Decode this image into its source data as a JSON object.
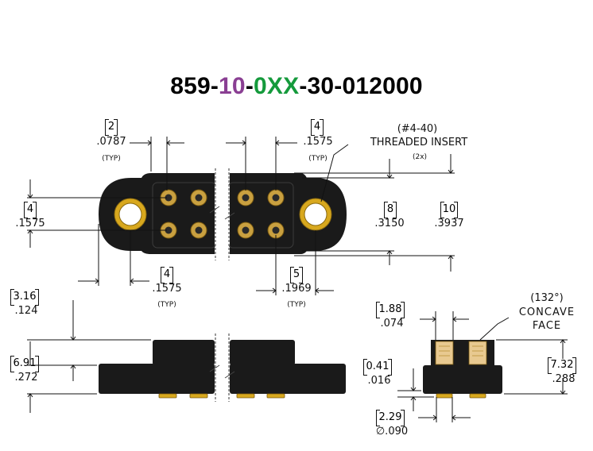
{
  "title": {
    "prefix": "859-",
    "mid": "10",
    "dash1": "-",
    "code": "0XX",
    "suffix": "-30-012000"
  },
  "colors": {
    "title_purple": "#8a3f93",
    "title_green": "#159a3c",
    "body": "#1a1a1a",
    "gold": "#d8a81e",
    "insulator": "#e8c990"
  },
  "dims": {
    "d1": {
      "mm": "2",
      "in": ".0787",
      "note": "(TYP)"
    },
    "d2": {
      "mm": "4",
      "in": ".1575",
      "note": "(TYP)"
    },
    "d3": {
      "line1": "(#4-40)",
      "line2": "THREADED INSERT",
      "note": "(2x)"
    },
    "d4": {
      "mm": "4",
      "in": ".1575"
    },
    "d5": {
      "mm": "8",
      "in": ".3150"
    },
    "d6": {
      "mm": "10",
      "in": ".3937"
    },
    "d7": {
      "mm": "4",
      "in": ".1575",
      "note": "(TYP)"
    },
    "d8": {
      "mm": "5",
      "in": ".1969",
      "note": "(TYP)"
    },
    "d9": {
      "mm": "3.16",
      "in": ".124"
    },
    "d10": {
      "mm": "6.91",
      "in": ".272"
    },
    "d11": {
      "mm": "1.88",
      "in": ".074"
    },
    "d12": {
      "line1": "(132°)",
      "line2": "CONCAVE",
      "line3": "FACE"
    },
    "d13": {
      "mm": "0.41",
      "in": ".016"
    },
    "d14": {
      "mm": "7.32",
      "in": ".288"
    },
    "d15": {
      "mm": "2.29",
      "in": "∅.090"
    }
  }
}
